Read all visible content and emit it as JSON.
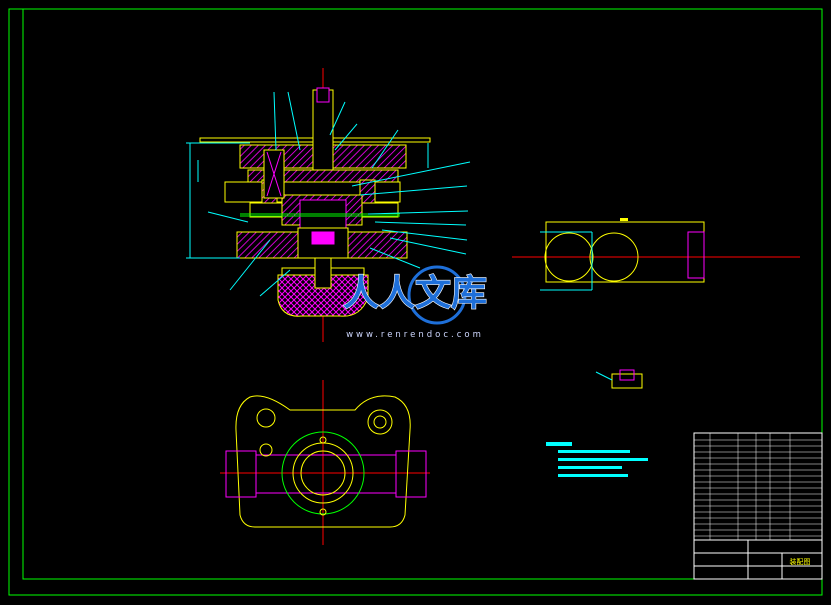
{
  "colors": {
    "background": "#000000",
    "frame": "#00ff00",
    "yellow": "#ffff00",
    "magenta": "#ff00ff",
    "cyan": "#00ffff",
    "red": "#ff0000",
    "white": "#ffffff",
    "watermark_blue": "#1e6fd9"
  },
  "watermark": {
    "logo_text": "人人文库",
    "url": "www.renrendoc.com"
  },
  "title_block": {
    "drawing_name": "装配图"
  }
}
